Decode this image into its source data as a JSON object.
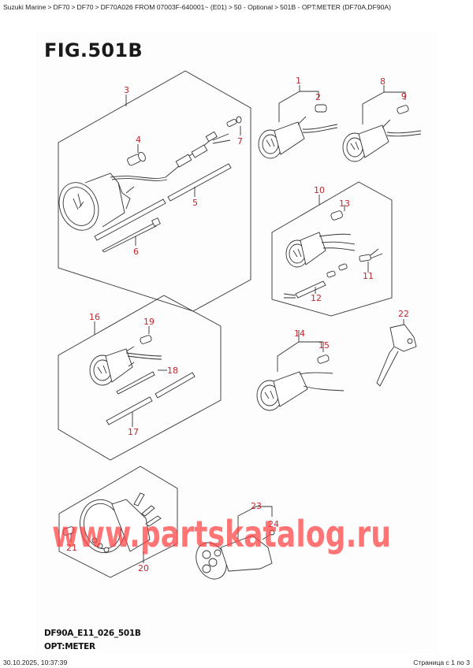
{
  "breadcrumb": {
    "items": [
      "Suzuki Marine",
      "DF70",
      "DF70",
      "DF70A026 FROM 07003F-640001~ (E01)",
      "50 - Optional",
      "501B - OPT:METER (DF70A,DF90A)"
    ],
    "separator": ">"
  },
  "figure": {
    "title": "FIG.501B",
    "code": "DF90A_E11_026_501B",
    "subtitle": "OPT:METER"
  },
  "callouts": {
    "c1": "1",
    "c2": "2",
    "c3": "3",
    "c4": "4",
    "c5": "5",
    "c6": "6",
    "c7": "7",
    "c8": "8",
    "c9": "9",
    "c10": "10",
    "c11": "11",
    "c12": "12",
    "c13": "13",
    "c14": "14",
    "c15": "15",
    "c16": "16",
    "c17": "17",
    "c18": "18",
    "c19": "19",
    "c20": "20",
    "c21": "21",
    "c22": "22",
    "c23": "23",
    "c24": "24"
  },
  "watermark": "www.partskatalog.ru",
  "colors": {
    "callout": "#c0272d",
    "watermark": "#ff4040",
    "line": "#333333"
  },
  "footer": {
    "timestamp": "30.10.2025, 10:37:39",
    "page": "Страница с 1 по 3"
  }
}
